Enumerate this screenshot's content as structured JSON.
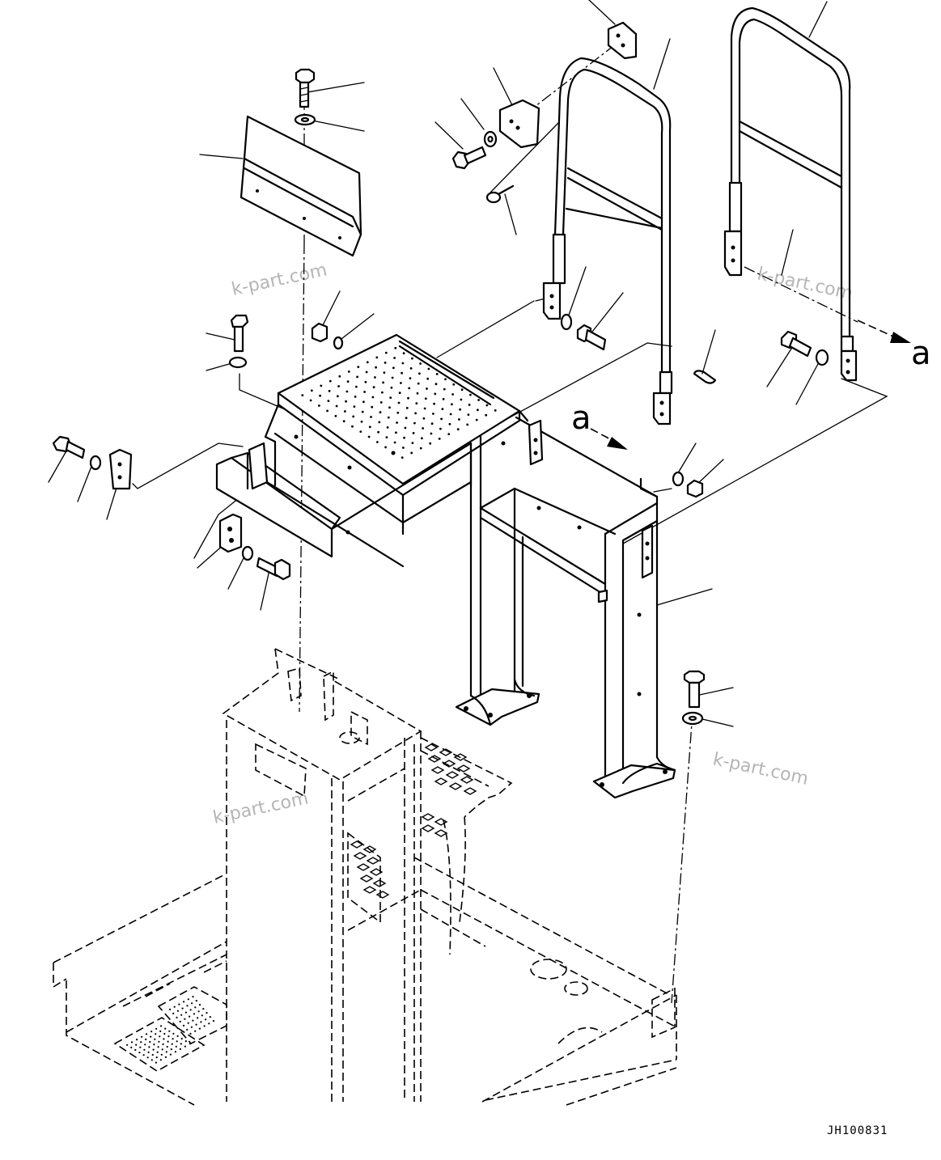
{
  "view_labels": {
    "a_right": "a",
    "a_center": "a"
  },
  "watermarks": [
    "k-part.com",
    "k-part.com",
    "k-part.com",
    "k-part.com"
  ],
  "drawing_code": "JH100831"
}
